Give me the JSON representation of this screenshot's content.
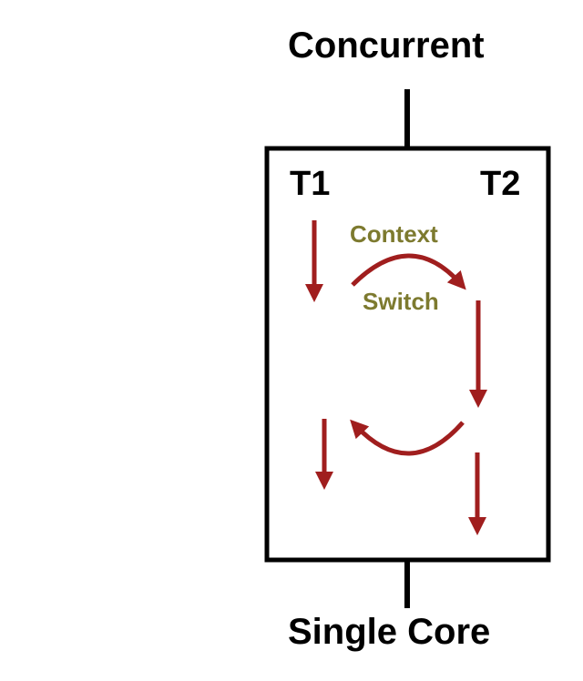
{
  "diagram": {
    "title": "Concurrent",
    "footer": "Single Core",
    "thread_1_label": "T1",
    "thread_2_label": "T2",
    "context_switch_line1": "Context",
    "context_switch_line2": "Switch"
  },
  "colors": {
    "arrow": "#a01e1e",
    "context_switch_text": "#7d7a2f",
    "frame": "#000000",
    "background": "#ffffff"
  }
}
